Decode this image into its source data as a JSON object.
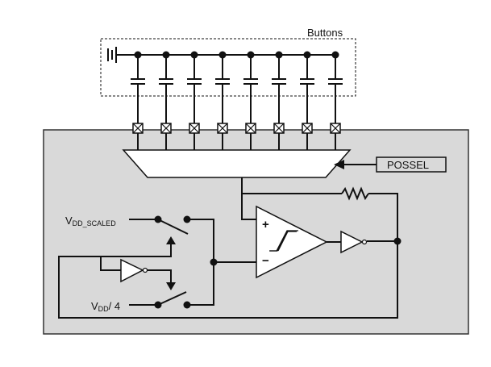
{
  "diagram": {
    "buttons_label": "Buttons",
    "possel_label": "POSSEL",
    "vdd_scaled_main": "V",
    "vdd_scaled_sub": "DD_SCALED",
    "vdd4_main": "V",
    "vdd4_sub": "DD",
    "vdd4_suffix": "/ 4",
    "plus_sign": "+",
    "minus_sign": "−",
    "channel_count": 8,
    "colors": {
      "chip_fill": "#d9d9d9",
      "chip_stroke": "#333333",
      "wire": "#111111",
      "mux_fill": "#ffffff",
      "possel_fill": "#d9d9d9"
    }
  }
}
